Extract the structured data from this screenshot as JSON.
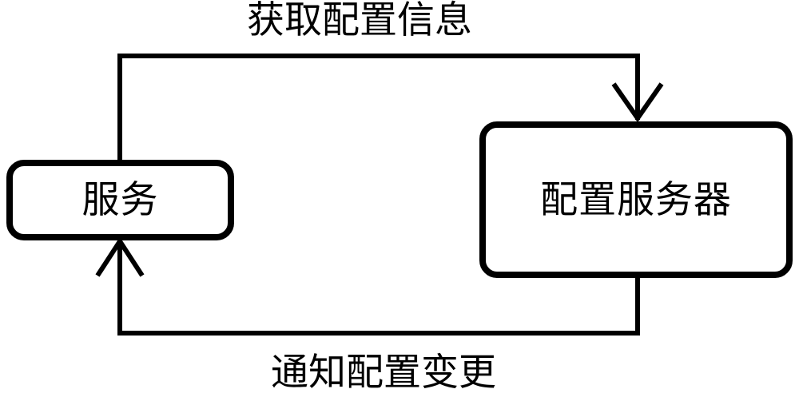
{
  "diagram": {
    "title_text_top": "获取配置信息",
    "title_text_bottom": "通知配置变更",
    "background_color": "#ffffff",
    "stroke_color": "#000000",
    "nodes": [
      {
        "id": "service",
        "label": "服务",
        "shape": "rounded-rectangle"
      },
      {
        "id": "config-server",
        "label": "配置服务器",
        "shape": "rounded-rectangle"
      }
    ],
    "edges": [
      {
        "id": "fetch-config",
        "label": "获取配置信息",
        "from": "service",
        "to": "config-server",
        "arrowhead": "open-v"
      },
      {
        "id": "notify-change",
        "label": "通知配置变更",
        "from": "config-server",
        "to": "service",
        "arrowhead": "open-v"
      }
    ]
  }
}
